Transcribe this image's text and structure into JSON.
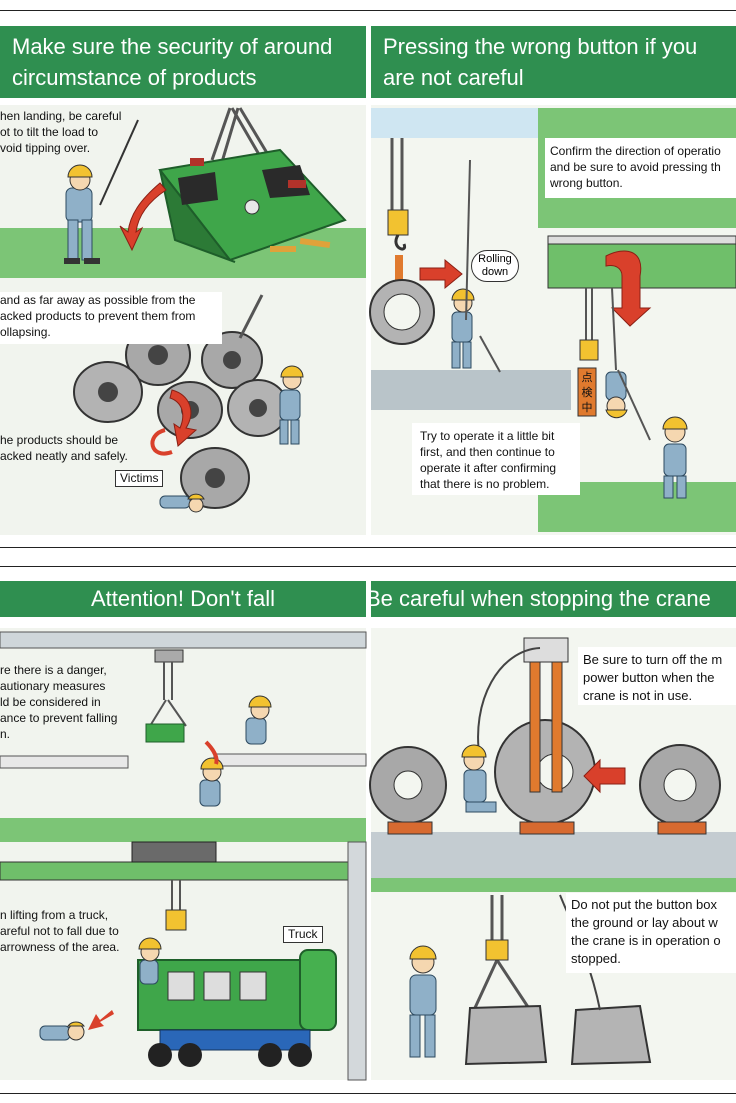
{
  "headers": {
    "top_left": [
      "Make sure the security of around",
      "circumstance of products"
    ],
    "top_right": [
      "Pressing the wrong button if you",
      "are not careful"
    ],
    "bottom_left": "Attention! Don't fall",
    "bottom_right": "Be careful when stopping the crane"
  },
  "captions": {
    "landing": [
      "hen landing, be careful",
      "ot to tilt the load to",
      "void tipping over."
    ],
    "stand_far": [
      "and as far away as possible from the",
      "acked products to prevent them from",
      "ollapsing."
    ],
    "stacked": [
      "he products should be",
      "acked neatly and safely."
    ],
    "confirm_direction": [
      "Confirm the direction of operatio",
      "and be sure to avoid pressing th",
      "wrong button."
    ],
    "operate_little": [
      "Try to operate it a little bit",
      "first, and then continue to",
      "operate it after confirming",
      "that there is no problem."
    ],
    "danger": [
      "re there is a danger,",
      "autionary measures",
      "ld be considered in",
      "ance to prevent falling",
      "n."
    ],
    "truck_lift": [
      "n lifting from a truck,",
      "areful not to fall due to",
      "arrowness of the area."
    ],
    "turn_off": [
      "Be sure to turn off the m",
      "power button when the",
      "crane is not in use."
    ],
    "button_box": [
      "Do not put the button box",
      "the ground or lay about w",
      "the crane is in operation o",
      "stopped."
    ]
  },
  "labels": {
    "rolling_down": [
      "Rolling",
      "down"
    ],
    "victims": "Victims",
    "truck": "Truck",
    "sign_chars": [
      "点",
      "検",
      "中"
    ]
  },
  "colors": {
    "header_green": "#2f8f50",
    "floor_green": "#7cc576",
    "machine_green": "#3fa64a",
    "coil_gray": "#a8a8a8",
    "worker_blue": "#8fb0c8",
    "helmet_yellow": "#f2c230",
    "arrow_red": "#d9402b",
    "panel_bg": "#f1f4ee",
    "sky_blue": "#cfe6f2"
  },
  "icons": [
    "crane-hook-icon",
    "steel-coil-icon",
    "worker-icon",
    "red-arrow-icon",
    "truck-icon",
    "stone-block-icon"
  ]
}
